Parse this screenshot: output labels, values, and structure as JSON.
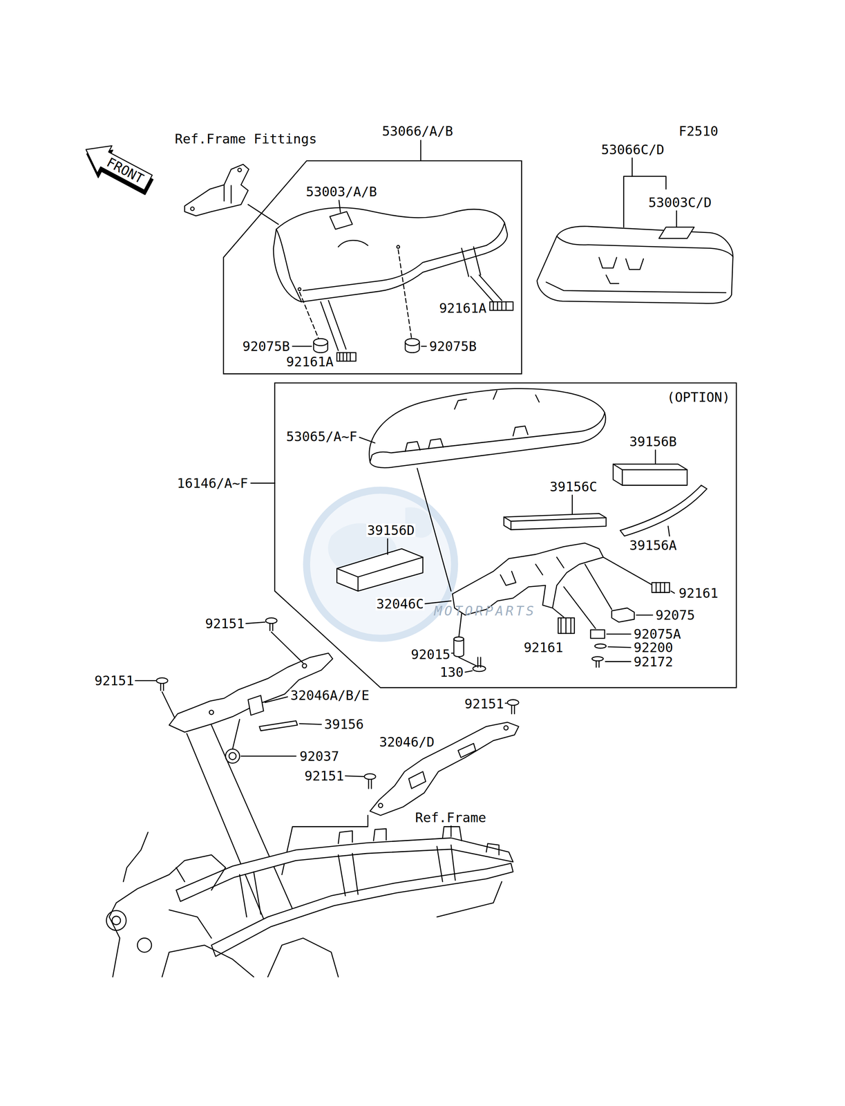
{
  "diagram": {
    "nodes": [
      {
        "text": [
          "53066/A/B"
        ]
      },
      {
        "text": [
          "(OPTION)"
        ]
      }
    ],
    "labels": [
      "F2510",
      "Ref.Frame Fittings",
      "FRONT",
      "53066/A/B",
      "53066C/D",
      "53003/A/B",
      "53003C/D",
      "92161A",
      "92075B",
      "92075B",
      "92161A",
      "16146/A~F",
      "53065/A~F",
      "39156B",
      "39156C",
      "39156D",
      "39156A",
      "92161",
      "32046C",
      "92075",
      "92075A",
      "92200",
      "92015",
      "92161",
      "92172",
      "130",
      "92151",
      "92151",
      "32046A/B/E",
      "92151",
      "39156",
      "32046/D",
      "92037",
      "92151",
      "Ref.Frame",
      "MOTORPARTS"
    ]
  }
}
